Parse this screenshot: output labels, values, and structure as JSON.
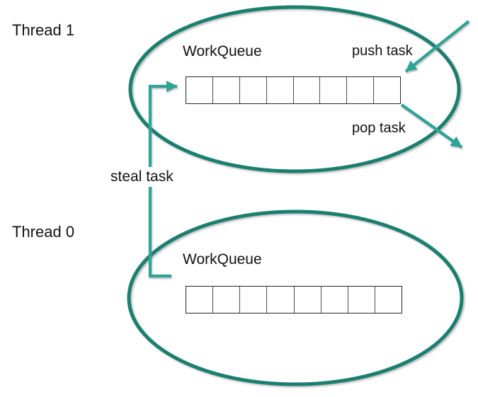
{
  "diagram": {
    "threads": [
      {
        "name": "Thread 1",
        "queue_label": "WorkQueue",
        "cell_count": 8
      },
      {
        "name": "Thread 0",
        "queue_label": "WorkQueue",
        "cell_count": 8
      }
    ],
    "arrows": {
      "push_label": "push task",
      "pop_label": "pop task",
      "steal_label": "steal task"
    },
    "colors": {
      "ellipse_stroke": "#1a7f70",
      "arrow_stroke": "#2ea396",
      "cell_border": "#4a4a4a",
      "cell_outline": "#262626",
      "text_color": "#111111",
      "bg_color": "#ffffff"
    }
  }
}
